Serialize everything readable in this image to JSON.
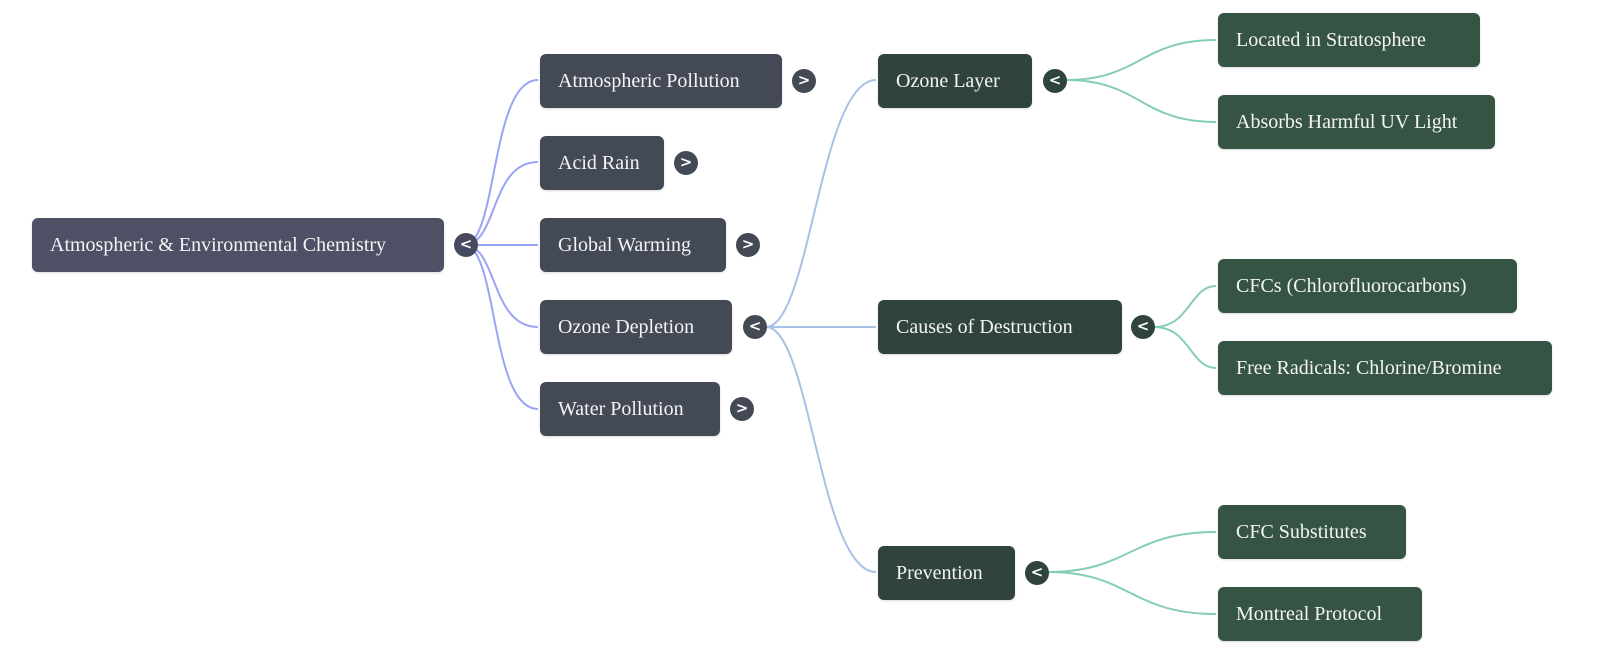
{
  "mindmap": {
    "root": {
      "label": "Atmospheric & Environmental Chemistry",
      "toggle": "<"
    },
    "branches": [
      {
        "label": "Atmospheric Pollution",
        "toggle": ">"
      },
      {
        "label": "Acid Rain",
        "toggle": ">"
      },
      {
        "label": "Global Warming",
        "toggle": ">"
      },
      {
        "label": "Ozone Depletion",
        "toggle": "<",
        "children": [
          {
            "label": "Ozone Layer",
            "toggle": "<",
            "children": [
              {
                "label": "Located in Stratosphere"
              },
              {
                "label": "Absorbs Harmful UV Light"
              }
            ]
          },
          {
            "label": "Causes of Destruction",
            "toggle": "<",
            "children": [
              {
                "label": "CFCs (Chlorofluorocarbons)"
              },
              {
                "label": "Free Radicals: Chlorine/Bromine"
              }
            ]
          },
          {
            "label": "Prevention",
            "toggle": "<",
            "children": [
              {
                "label": "CFC Substitutes"
              },
              {
                "label": "Montreal Protocol"
              }
            ]
          }
        ]
      },
      {
        "label": "Water Pollution",
        "toggle": ">"
      }
    ]
  },
  "colors": {
    "root_link": "#9aa4f5",
    "branch_link": "#a9c1e6",
    "leaf_link": "#86cdb6"
  }
}
